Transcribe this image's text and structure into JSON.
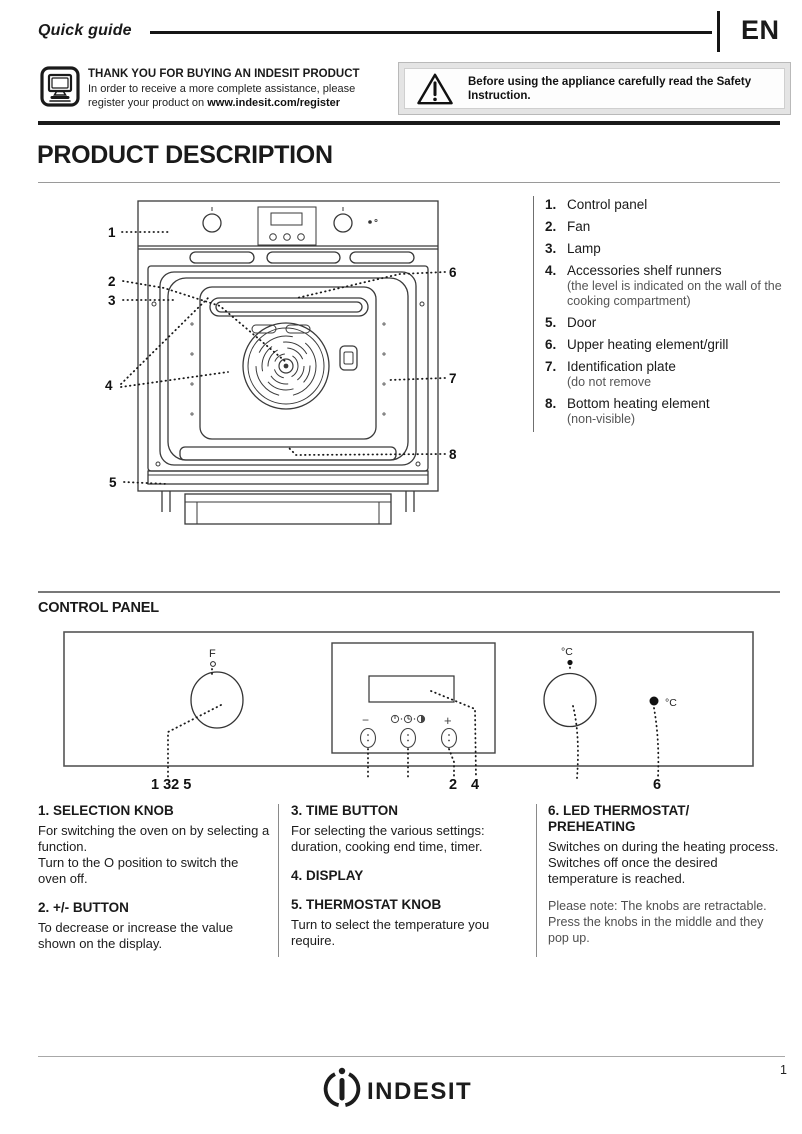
{
  "header": {
    "doc_type": "Quick guide",
    "language": "EN"
  },
  "register_box": {
    "title": "THANK YOU FOR BUYING AN INDESIT PRODUCT",
    "line1": "In order to receive a more complete assistance, please",
    "line2_prefix": "register your product on ",
    "line2_url": "www.indesit.com/register"
  },
  "warning_box": {
    "line1": "Before using the appliance carefully read the Safety",
    "line2": "Instruction."
  },
  "product_description": {
    "title": "PRODUCT DESCRIPTION",
    "parts": [
      {
        "num": "1.",
        "label": "Control panel",
        "note": ""
      },
      {
        "num": "2.",
        "label": "Fan",
        "note": ""
      },
      {
        "num": "3.",
        "label": "Lamp",
        "note": ""
      },
      {
        "num": "4.",
        "label": "Accessories shelf runners",
        "note": "(the level is indicated on the wall of the cooking compartment)"
      },
      {
        "num": "5.",
        "label": "Door",
        "note": ""
      },
      {
        "num": "6.",
        "label": "Upper heating element/grill",
        "note": ""
      },
      {
        "num": "7.",
        "label": "Identification plate",
        "note": "(do not remove"
      },
      {
        "num": "8.",
        "label": "Bottom heating element",
        "note": "(non-visible)"
      }
    ],
    "callouts": {
      "c1": "1",
      "c2": "2",
      "c3": "3",
      "c4": "4",
      "c5": "5",
      "c6": "6",
      "c7": "7",
      "c8": "8"
    }
  },
  "control_panel": {
    "title": "CONTROL PANEL",
    "diagram": {
      "selection_knob_label": "F",
      "minus_label": "−",
      "plus_label": "+",
      "thermostat_label": "°C",
      "led_label": "°C",
      "callout_left": "1 32 5",
      "callout_2": "2",
      "callout_4": "4",
      "callout_6": "6"
    },
    "col1": {
      "heading1": "1. SELECTION KNOB",
      "para1": "For switching the oven on by selecting a function.",
      "para2": "Turn to the O position to switch the oven off.",
      "heading2": "2. +/- BUTTON",
      "para3": "To decrease or increase the value shown on the display."
    },
    "col2": {
      "heading1": "3. TIME BUTTON",
      "para1": "For selecting the various settings: duration, cooking end time, timer.",
      "heading2": "4. DISPLAY",
      "heading3": "5. THERMOSTAT KNOB",
      "para2": "Turn to select the temperature you require."
    },
    "col3": {
      "heading1a": "6. LED THERMOSTAT/",
      "heading1b": "PREHEATING",
      "para1": "Switches on during the heating process. Switches off once the desired temperature is reached.",
      "note": "Please note: The knobs are retractable. Press the knobs in the middle and they pop up."
    }
  },
  "footer": {
    "page_number": "1",
    "brand": "INDESIT"
  }
}
